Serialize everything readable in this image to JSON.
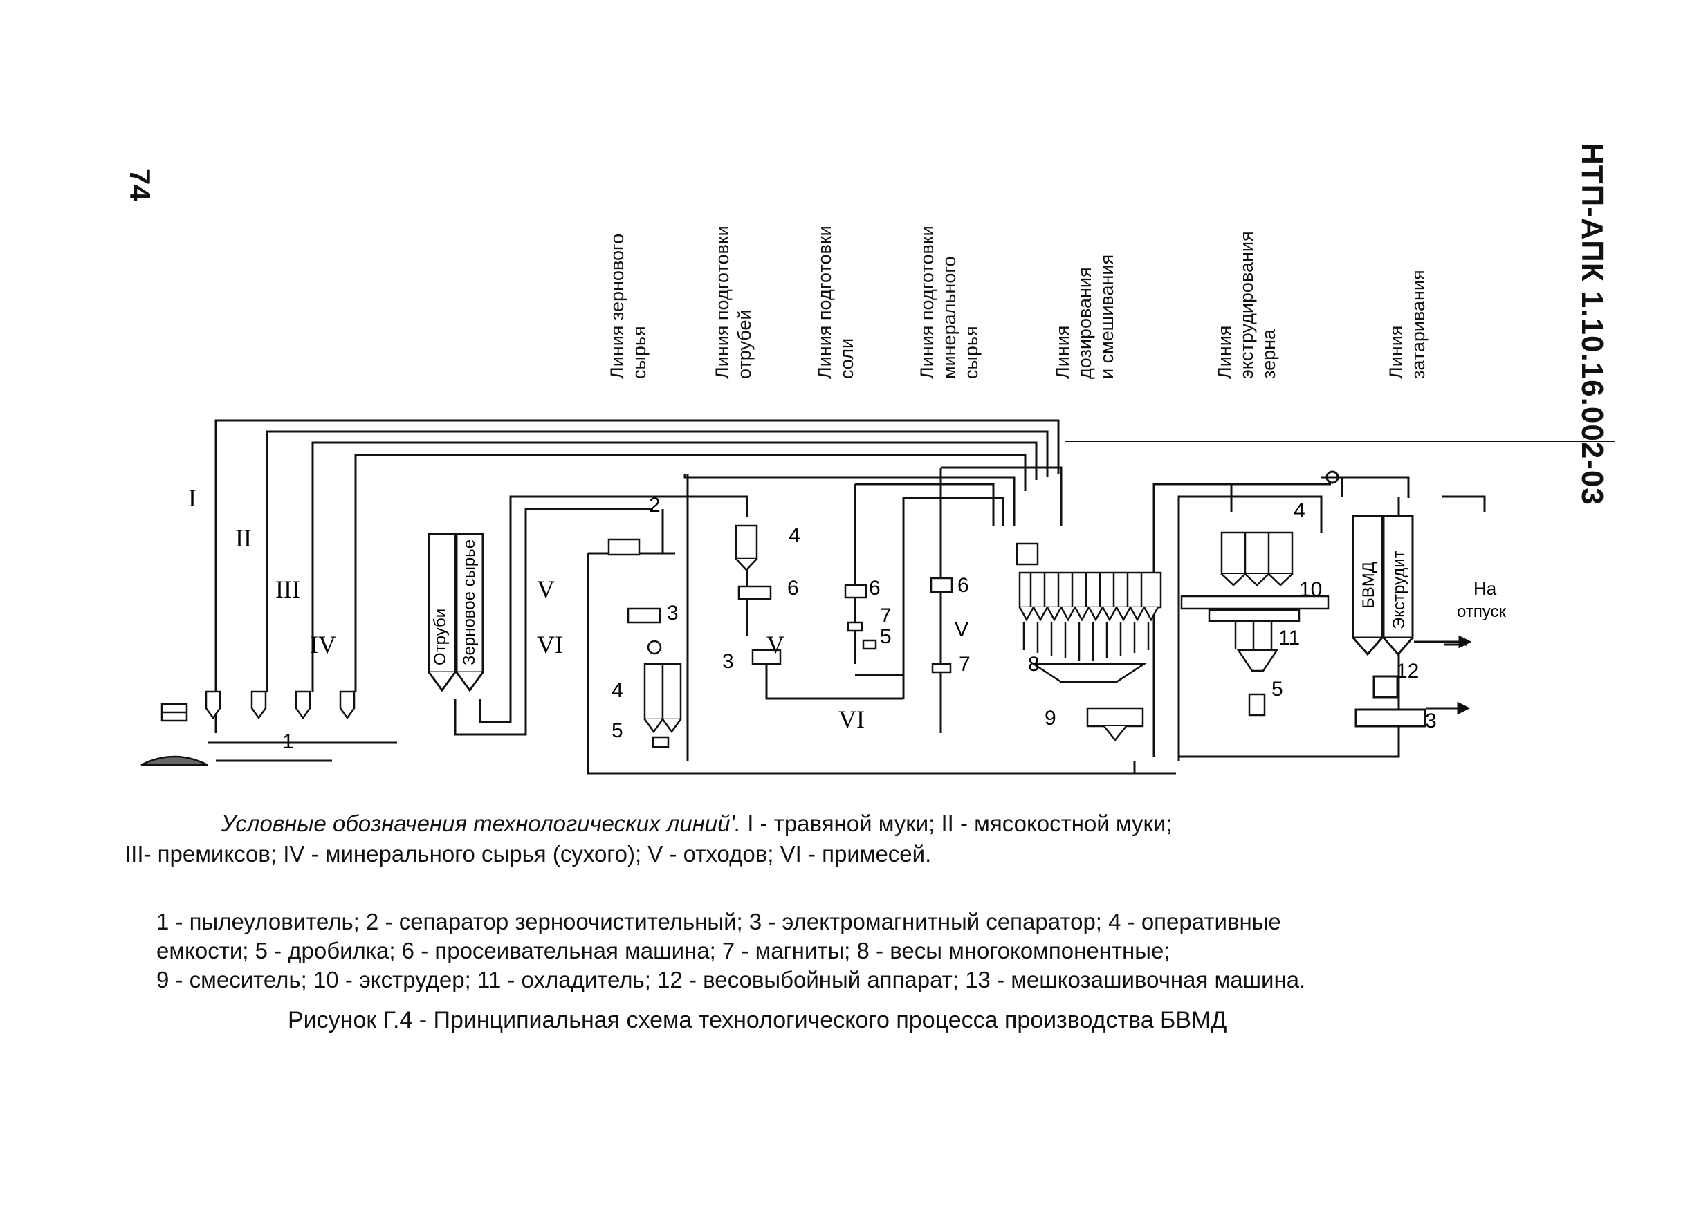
{
  "page_number": "74",
  "document_number": "НТП-АПК 1.10.16.002-03",
  "line_headers": [
    {
      "key": "grain",
      "label": "Линия зернового\nсырья"
    },
    {
      "key": "bran",
      "label": "Линия подготовки\nотрубей"
    },
    {
      "key": "salt",
      "label": "Линия подготовки\nсоли"
    },
    {
      "key": "mineral",
      "label": "Линия подготовки\nминерального\nсырья"
    },
    {
      "key": "dosing",
      "label": "Линия\nдозирования\nи смешивания"
    },
    {
      "key": "extrusion",
      "label": "Линия\nэкструдирования\nзерна"
    },
    {
      "key": "packing",
      "label": "Линия\nзатаривания"
    }
  ],
  "roman_labels": {
    "I": "I",
    "II": "II",
    "III": "III",
    "IV": "IV",
    "V": "V",
    "VI": "VI"
  },
  "silo_labels": {
    "bran": "Отруби",
    "grain": "Зерновое сырье",
    "bvmd": "БВМД",
    "extrudate": "Экструдит"
  },
  "number_labels": {
    "n1": "1",
    "n2": "2",
    "n3a": "3",
    "n3b": "3",
    "n4a": "4",
    "n4b": "4",
    "n4c": "4",
    "n5a": "5",
    "n5b": "5",
    "n5c": "5",
    "n6a": "6",
    "n6b": "6",
    "n6c": "6",
    "n7a": "7",
    "n7b": "7",
    "n8": "8",
    "n9": "9",
    "n10": "10",
    "n11": "11",
    "n12": "12",
    "n13": "3"
  },
  "flow_labels": {
    "v_bran": "V",
    "v_mineral": "V",
    "vi_bottom": "VI",
    "release_1": "На",
    "release_2": "отпуск"
  },
  "legend": {
    "title_italic": "Условные обозначения технологических линий'.",
    "line1_rest": " I - травяной муки; II - мясокостной муки;",
    "line2": "III- премиксов; IV - минерального сырья (сухого); V - отходов; VI - примесей."
  },
  "equipment_list": [
    "1 - пылеуловитель; 2 - сепаратор зерноочистительный; 3 - электромагнитный сепаратор; 4 - оперативные",
    "емкости; 5 - дробилка; 6 - просеивательная машина;  7 - магниты; 8 - весы многокомпонентные;",
    "9 - смеситель; 10 - экструдер; 11 - охладитель; 12 - весовыбойный аппарат; 13 - мешкозашивочная машина."
  ],
  "figure_caption": "Рисунок Г.4 - Принципиальная схема технологического процесса производства БВМД"
}
